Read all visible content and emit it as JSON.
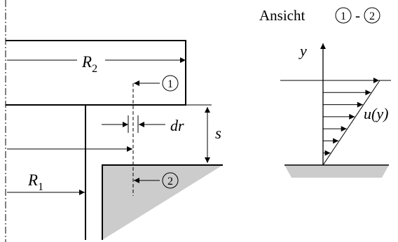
{
  "labels": {
    "R2_symbol": "R",
    "R2_sub": "2",
    "R1_symbol": "R",
    "R1_sub": "1",
    "dr": "dr",
    "s": "s",
    "y": "y",
    "u_of_y": "u(y)",
    "marker_1": "1",
    "marker_2": "2",
    "view_title_prefix": "Ansicht",
    "view_title_dash": "-"
  },
  "colors": {
    "line": "#000000",
    "fill_gray": "#cccccc"
  },
  "profile": {
    "type": "linear velocity profile (Couette)",
    "arrow_count": 7
  }
}
